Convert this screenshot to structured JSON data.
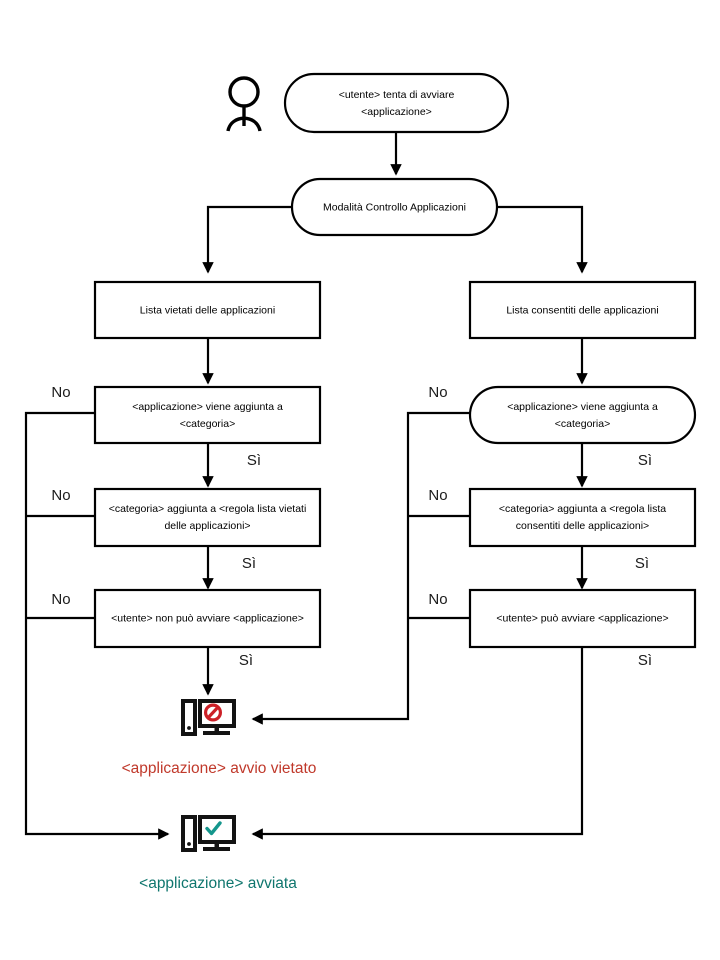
{
  "diagram": {
    "title": "Application Control mode flowchart",
    "language": "it",
    "colors": {
      "stroke": "#000000",
      "background": "#ffffff",
      "blocked_text": "#c0392b",
      "blocked_icon": "#cc2027",
      "allowed_text": "#0f766e",
      "allowed_icon": "#14968c"
    }
  },
  "actor": {
    "name": "user-actor-icon"
  },
  "nodes": {
    "start": {
      "shape": "stadium",
      "line1": "<utente> tenta di avviare",
      "line2": "<applicazione>"
    },
    "mode": {
      "shape": "stadium",
      "line1": "Modalità Controllo Applicazioni"
    },
    "denylist": {
      "shape": "rect",
      "line1": "Lista vietati delle applicazioni"
    },
    "allowlist": {
      "shape": "rect",
      "line1": "Lista consentiti delle applicazioni"
    },
    "deny_category": {
      "shape": "rect",
      "line1": "<applicazione> viene aggiunta a",
      "line2": "<categoria>"
    },
    "allow_category": {
      "shape": "stadium",
      "line1": "<applicazione> viene aggiunta a",
      "line2": "<categoria>"
    },
    "deny_rule": {
      "shape": "rect",
      "line1": "<categoria> aggiunta a <regola lista vietati",
      "line2": "delle applicazioni>"
    },
    "allow_rule": {
      "shape": "rect",
      "line1": "<categoria> aggiunta a <regola lista",
      "line2": "consentiti delle applicazioni>"
    },
    "deny_result": {
      "shape": "rect",
      "line1": "<utente> non può avviare <applicazione>"
    },
    "allow_result": {
      "shape": "rect",
      "line1": "<utente> può avviare <applicazione>"
    }
  },
  "edge_labels": {
    "no": "No",
    "yes": "Sì",
    "left": [
      {
        "text": "No",
        "branch": "deny_category_no"
      },
      {
        "text": "Sì",
        "branch": "deny_category_yes"
      },
      {
        "text": "No",
        "branch": "deny_rule_no"
      },
      {
        "text": "Sì",
        "branch": "deny_rule_yes"
      },
      {
        "text": "No",
        "branch": "deny_result_no"
      },
      {
        "text": "Sì",
        "branch": "deny_result_yes"
      }
    ],
    "right": [
      {
        "text": "No",
        "branch": "allow_category_no"
      },
      {
        "text": "Sì",
        "branch": "allow_category_yes"
      },
      {
        "text": "No",
        "branch": "allow_rule_no"
      },
      {
        "text": "Sì",
        "branch": "allow_rule_yes"
      },
      {
        "text": "No",
        "branch": "allow_result_no"
      },
      {
        "text": "Sì",
        "branch": "allow_result_yes"
      }
    ]
  },
  "outcomes": {
    "blocked": {
      "icon": "computer-blocked-icon",
      "caption": "<applicazione> avvio vietato"
    },
    "allowed": {
      "icon": "computer-allowed-icon",
      "caption": "<applicazione> avviata"
    }
  }
}
